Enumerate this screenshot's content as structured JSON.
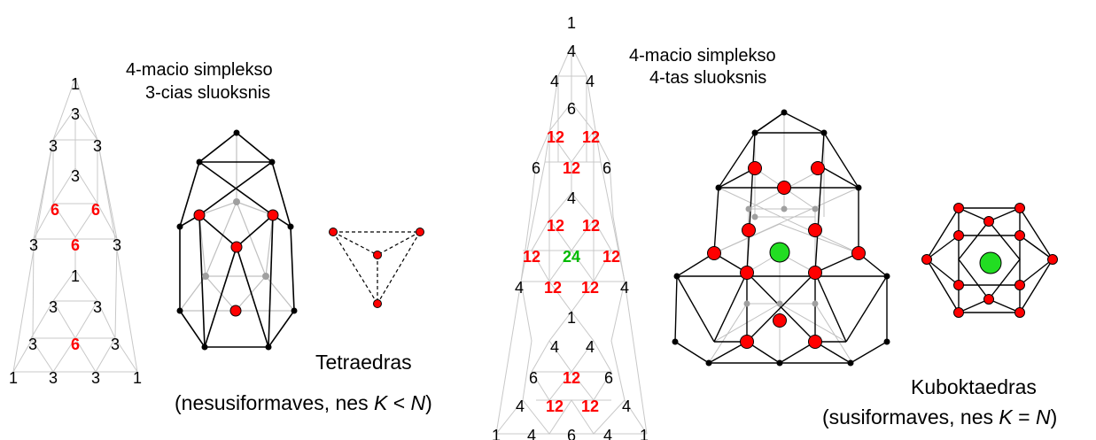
{
  "captions": {
    "left_title_1": "4-macio simplekso",
    "left_title_2": "3-cias sluoksnis",
    "right_title_1": "4-macio simplekso",
    "right_title_2": "4-tas sluoksnis",
    "left_shape_name": "Tetraedras",
    "left_shape_note_a": "(nesusiformaves, nes ",
    "left_shape_note_K": "K",
    "left_shape_note_op": " < ",
    "left_shape_note_N": "N",
    "left_shape_note_b": ")",
    "right_shape_name": "Kuboktaedras",
    "right_shape_note_a": "(susiformaves, nes ",
    "right_shape_note_K": "K",
    "right_shape_note_op": " = ",
    "right_shape_note_N": "N",
    "right_shape_note_b": ")"
  },
  "colors": {
    "black_number": "#000000",
    "red_number": "#ff0000",
    "green_number": "#00bb00",
    "grid_line": "#c8c8c8",
    "red_vertex": "#ff0000",
    "green_vertex": "#22dd22",
    "gray_vertex": "#a0a0a0"
  },
  "left_layer_numbers": [
    {
      "v": "1",
      "c": "k"
    },
    {
      "v": "3",
      "c": "k"
    },
    {
      "v": "3",
      "c": "k"
    },
    {
      "v": "3",
      "c": "k"
    },
    {
      "v": "3",
      "c": "k"
    },
    {
      "v": "6",
      "c": "r"
    },
    {
      "v": "6",
      "c": "r"
    },
    {
      "v": "3",
      "c": "k"
    },
    {
      "v": "6",
      "c": "r"
    },
    {
      "v": "3",
      "c": "k"
    },
    {
      "v": "1",
      "c": "k"
    },
    {
      "v": "3",
      "c": "k"
    },
    {
      "v": "3",
      "c": "k"
    },
    {
      "v": "3",
      "c": "k"
    },
    {
      "v": "6",
      "c": "r"
    },
    {
      "v": "3",
      "c": "k"
    },
    {
      "v": "1",
      "c": "k"
    },
    {
      "v": "3",
      "c": "k"
    },
    {
      "v": "3",
      "c": "k"
    },
    {
      "v": "1",
      "c": "k"
    }
  ],
  "right_layer_numbers": [
    {
      "v": "1",
      "c": "k"
    },
    {
      "v": "4",
      "c": "k"
    },
    {
      "v": "4",
      "c": "k"
    },
    {
      "v": "4",
      "c": "k"
    },
    {
      "v": "6",
      "c": "k"
    },
    {
      "v": "12",
      "c": "r"
    },
    {
      "v": "12",
      "c": "r"
    },
    {
      "v": "6",
      "c": "k"
    },
    {
      "v": "12",
      "c": "r"
    },
    {
      "v": "6",
      "c": "k"
    },
    {
      "v": "4",
      "c": "k"
    },
    {
      "v": "12",
      "c": "r"
    },
    {
      "v": "12",
      "c": "r"
    },
    {
      "v": "12",
      "c": "r"
    },
    {
      "v": "24",
      "c": "g"
    },
    {
      "v": "12",
      "c": "r"
    },
    {
      "v": "4",
      "c": "k"
    },
    {
      "v": "12",
      "c": "r"
    },
    {
      "v": "12",
      "c": "r"
    },
    {
      "v": "4",
      "c": "k"
    },
    {
      "v": "1",
      "c": "k"
    },
    {
      "v": "4",
      "c": "k"
    },
    {
      "v": "4",
      "c": "k"
    },
    {
      "v": "6",
      "c": "k"
    },
    {
      "v": "12",
      "c": "r"
    },
    {
      "v": "6",
      "c": "k"
    },
    {
      "v": "4",
      "c": "k"
    },
    {
      "v": "12",
      "c": "r"
    },
    {
      "v": "12",
      "c": "r"
    },
    {
      "v": "4",
      "c": "k"
    },
    {
      "v": "1",
      "c": "k"
    },
    {
      "v": "4",
      "c": "k"
    },
    {
      "v": "6",
      "c": "k"
    },
    {
      "v": "4",
      "c": "k"
    },
    {
      "v": "1",
      "c": "k"
    }
  ]
}
